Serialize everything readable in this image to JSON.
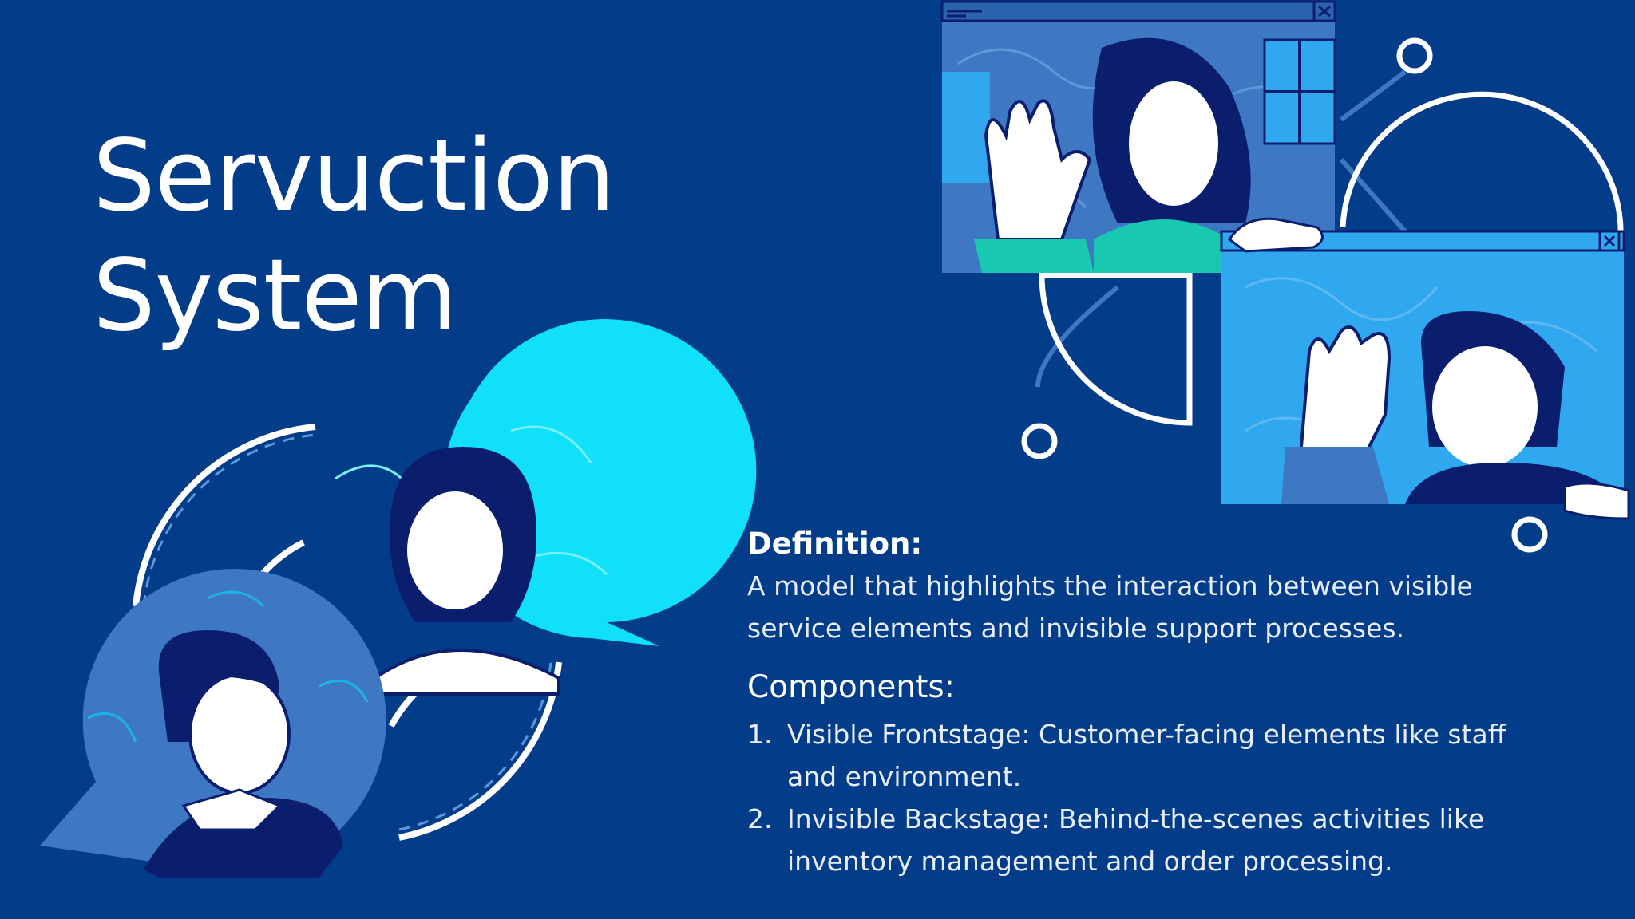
{
  "slide": {
    "title_line1": "Servuction",
    "title_line2": "System",
    "definition": {
      "heading": "Definition:",
      "text": "A model that highlights the interaction between visible service elements and invisible support processes."
    },
    "components": {
      "heading": "Components:",
      "items": [
        {
          "number": "1.",
          "text": "Visible Frontstage: Customer-facing elements like staff and environment."
        },
        {
          "number": "2.",
          "text": "Invisible Backstage: Behind-the-scenes activities like inventory management and order processing."
        }
      ]
    }
  },
  "colors": {
    "background": "#033C88",
    "navy": "#0B1E6E",
    "bright_blue": "#2FA8F0",
    "cyan": "#10E0F8",
    "muted_blue": "#3E78C2",
    "teal": "#18C8B0",
    "white": "#FFFFFF"
  },
  "icons": [
    "video-call-window",
    "waving-hand",
    "chat-bubble-avatar",
    "circle-node"
  ]
}
